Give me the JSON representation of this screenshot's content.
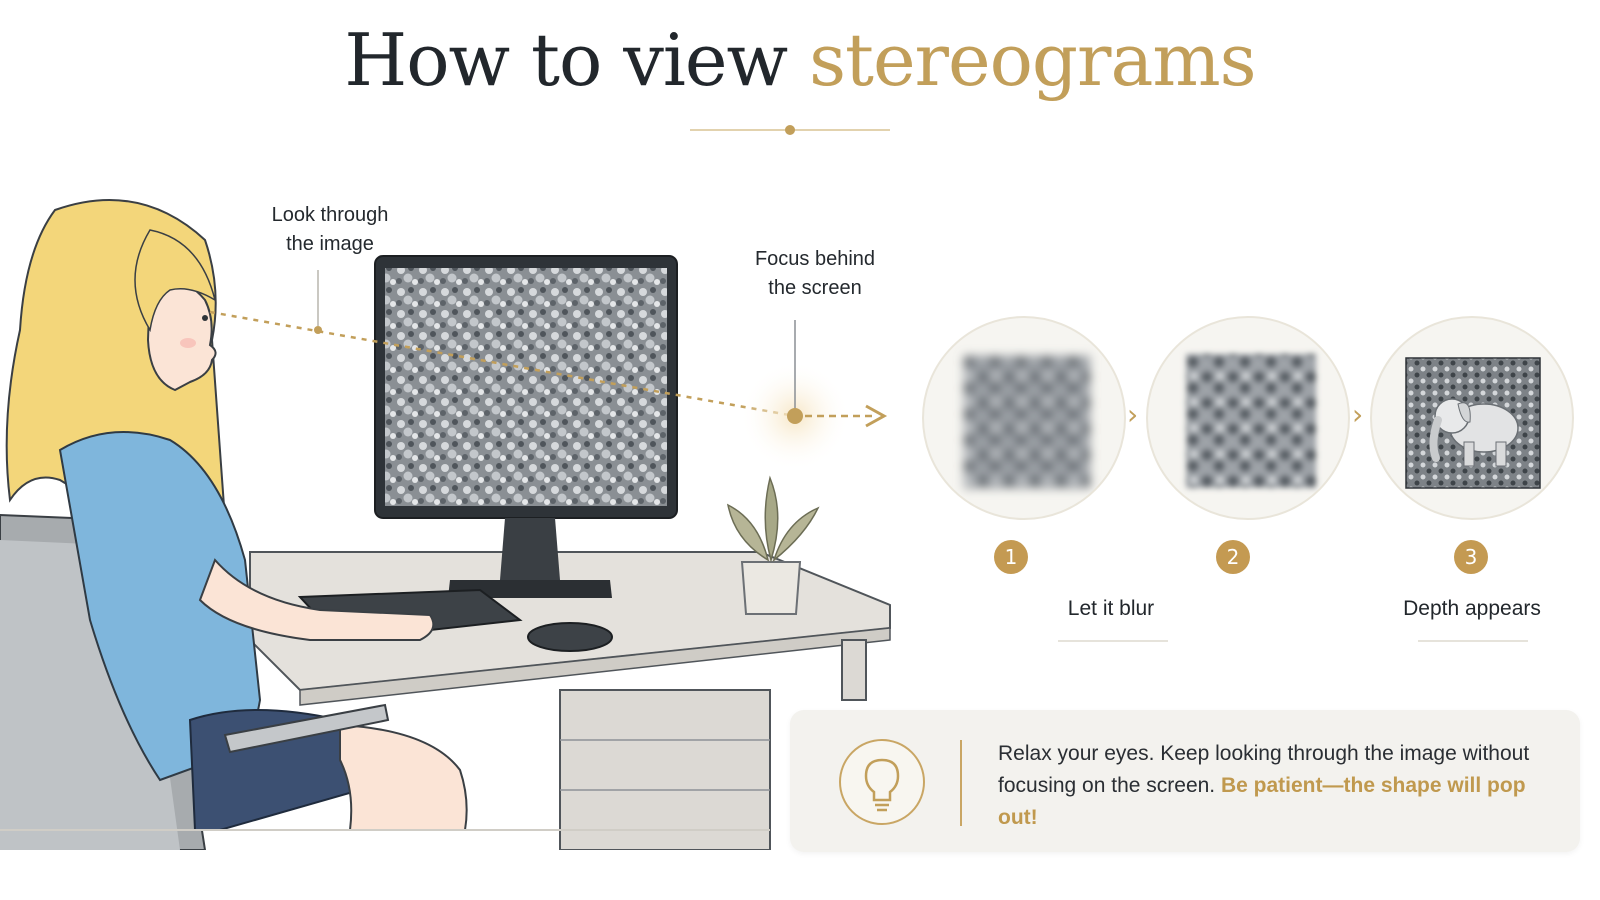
{
  "title": {
    "part1": "How to view",
    "part2": "stereograms"
  },
  "callouts": {
    "look_line1": "Look through",
    "look_line2": "the image",
    "focus_line1": "Focus behind",
    "focus_line2": "the screen"
  },
  "steps": [
    {
      "number": "1",
      "label": ""
    },
    {
      "number": "2",
      "label": "Let it blur"
    },
    {
      "number": "3",
      "label": "Depth appears"
    }
  ],
  "tip": {
    "text_plain": "Relax your eyes. Keep looking through the image without focusing on the screen. ",
    "text_emphasis": "Be patient—the shape will pop out!"
  },
  "colors": {
    "accent_gold": "#c29f5a",
    "title_dark": "#22272c",
    "shirt_blue": "#7fb6dc",
    "hair_blonde": "#f3d67a"
  },
  "icons": [
    "lightbulb-icon",
    "chevron-right-icon",
    "arrow-right-icon"
  ]
}
